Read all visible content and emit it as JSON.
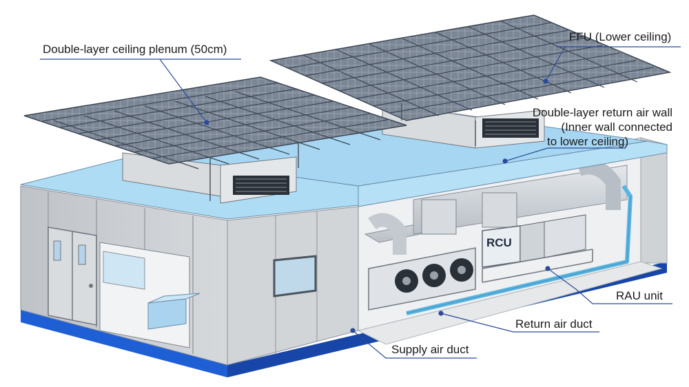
{
  "labels": {
    "plenum": "Double-layer ceiling plenum (50cm)",
    "ffu": "FFU (Lower ceiling)",
    "return_wall_line1": "Double-layer return air wall",
    "return_wall_line2": "(Inner wall connected",
    "return_wall_line3": "to lower ceiling)",
    "rau": "RAU unit",
    "return_duct": "Return air duct",
    "supply_duct": "Supply air duct",
    "rcu": "RCU"
  },
  "colors": {
    "ceiling_panel": "#7c8795",
    "ceiling_grid": "#3c4654",
    "roof_top": "#aedcf4",
    "wall_panel": "#c9ccd0",
    "base_strip": "#1f5fd6",
    "return_pipe": "#5ab4e0",
    "leader_line": "#2b4a9a"
  }
}
